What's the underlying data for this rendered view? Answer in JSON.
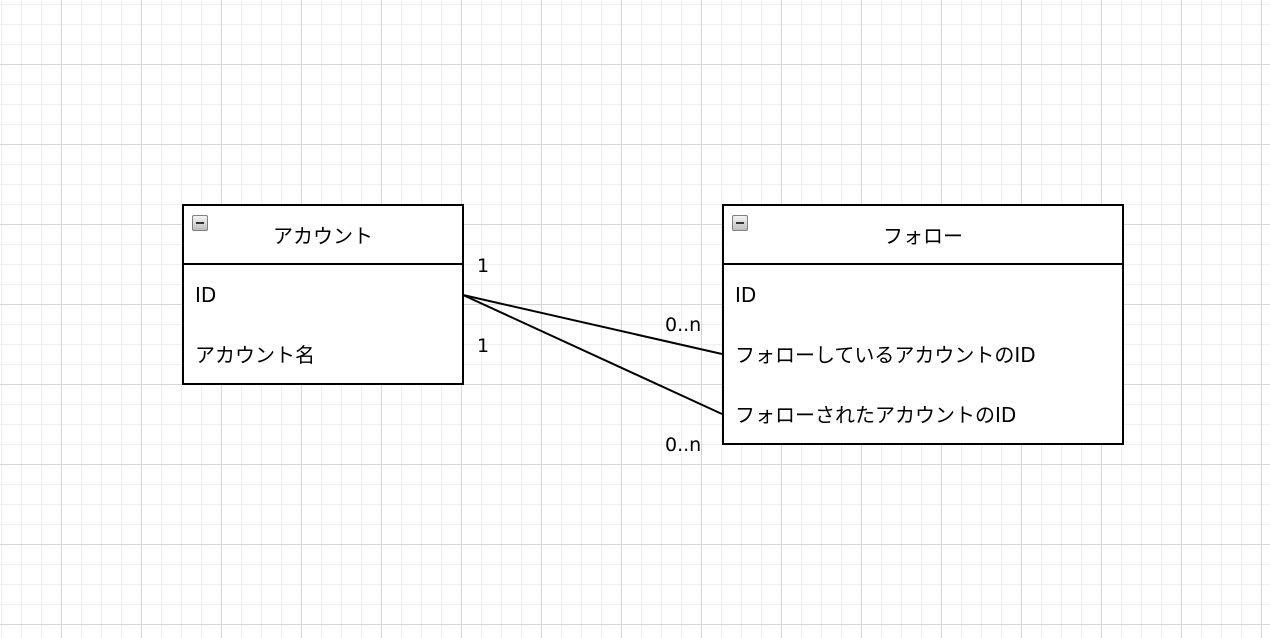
{
  "entities": {
    "account": {
      "title": "アカウント",
      "attributes": [
        "ID",
        "アカウント名"
      ]
    },
    "follow": {
      "title": "フォロー",
      "attributes": [
        "ID",
        "フォローしているアカウントのID",
        "フォローされたアカウントのID"
      ]
    }
  },
  "relations": [
    {
      "from": "アカウント.ID",
      "to": "フォロー.フォローしているアカウントのID",
      "from_multiplicity": "1",
      "to_multiplicity": "0..n"
    },
    {
      "from": "アカウント.ID",
      "to": "フォロー.フォローされたアカウントのID",
      "from_multiplicity": "1",
      "to_multiplicity": "0..n"
    }
  ]
}
